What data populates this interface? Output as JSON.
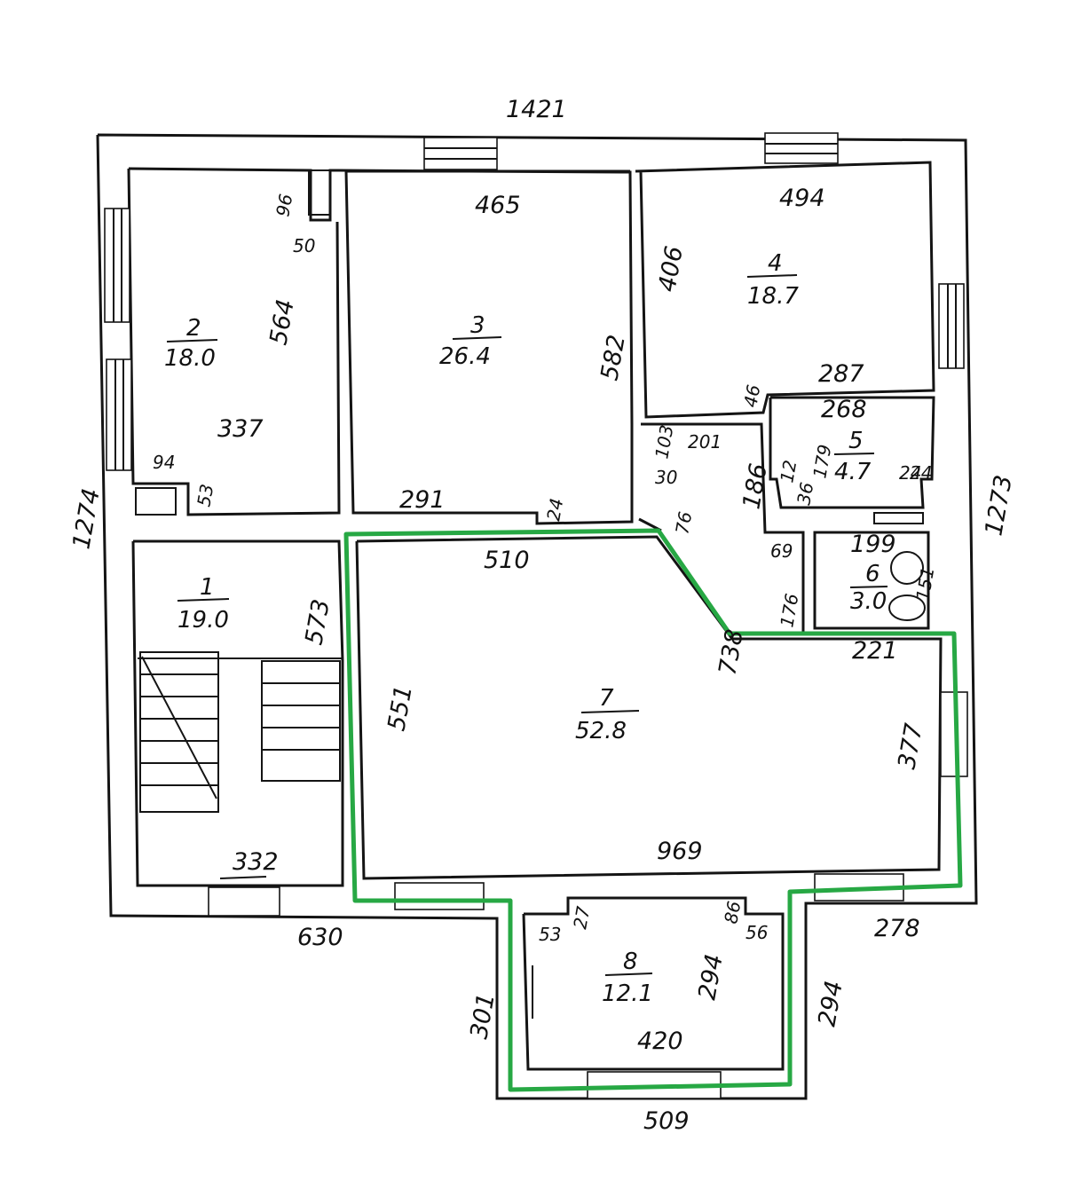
{
  "outer_dims": {
    "top": "1421",
    "left": "1274",
    "right": "1273",
    "bottom_left": "630",
    "bottom_center": "509",
    "bottom_right": "278",
    "bay_left": "301",
    "bay_right": "294"
  },
  "rooms": [
    {
      "number": "1",
      "area": "19.0"
    },
    {
      "number": "2",
      "area": "18.0"
    },
    {
      "number": "3",
      "area": "26.4"
    },
    {
      "number": "4",
      "area": "18.7"
    },
    {
      "number": "5",
      "area": "4.7"
    },
    {
      "number": "6",
      "area": "3.0"
    },
    {
      "number": "7",
      "area": "52.8"
    },
    {
      "number": "8",
      "area": "12.1"
    }
  ],
  "room_dims": {
    "r2": {
      "height": "564",
      "width": "337",
      "d96": "96",
      "d50": "50",
      "d94": "94",
      "d53": "53"
    },
    "r3": {
      "width": "465",
      "height": "582",
      "bottom": "291",
      "d24": "24"
    },
    "r4": {
      "width": "494",
      "height": "406",
      "bottom": "287",
      "d46": "46"
    },
    "hall": {
      "top": "201",
      "d103": "103",
      "d30": "30",
      "d76": "76",
      "d186": "186",
      "d69": "69",
      "d176": "176"
    },
    "r5": {
      "width": "268",
      "height": "179",
      "d12": "12",
      "d36": "36",
      "d24a": "24",
      "d24b": "24"
    },
    "r6": {
      "width": "199",
      "height": "151"
    },
    "r1": {
      "height": "573",
      "width": "332"
    },
    "r7": {
      "top": "510",
      "left": "551",
      "diag": "738",
      "inner": "221",
      "right": "377",
      "bottom": "969"
    },
    "r8": {
      "width": "420",
      "height": "294",
      "d53": "53",
      "d27": "27",
      "d86": "86",
      "d56": "56"
    }
  },
  "colors": {
    "walls": "#141414",
    "highlight": "#27a844"
  }
}
